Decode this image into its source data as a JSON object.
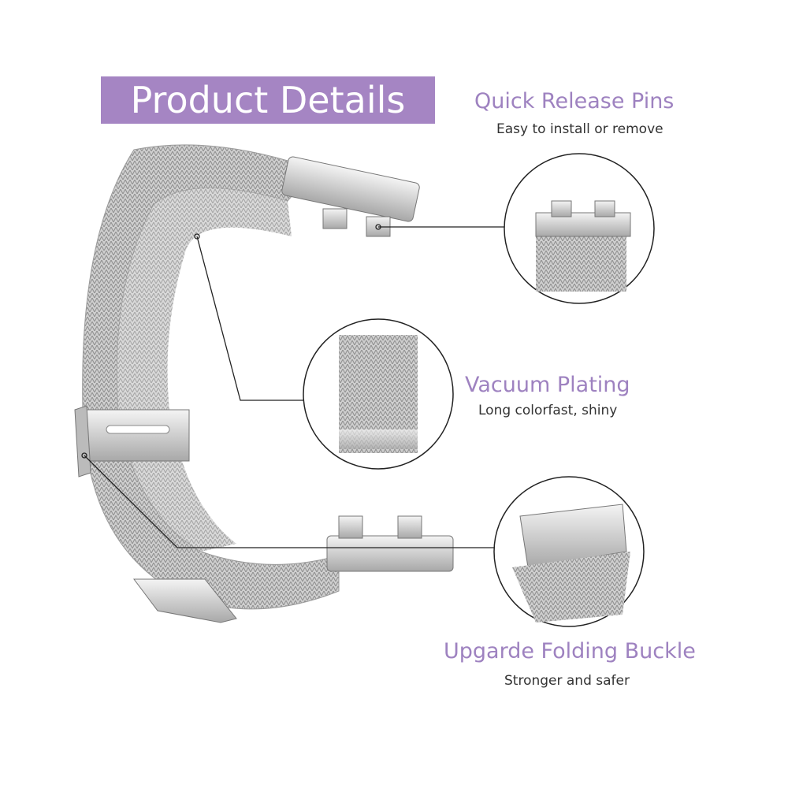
{
  "banner": {
    "title": "Product Details"
  },
  "features": [
    {
      "title": "Quick Release Pins",
      "subtitle": "Easy to install or remove"
    },
    {
      "title": "Vacuum Plating",
      "subtitle": "Long colorfast, shiny"
    },
    {
      "title": "Upgarde Folding Buckle",
      "subtitle": "Stronger and safer"
    }
  ],
  "colors": {
    "accent": "#a585c3",
    "title": "#9e82c0",
    "metal": "#c8c8c8"
  }
}
